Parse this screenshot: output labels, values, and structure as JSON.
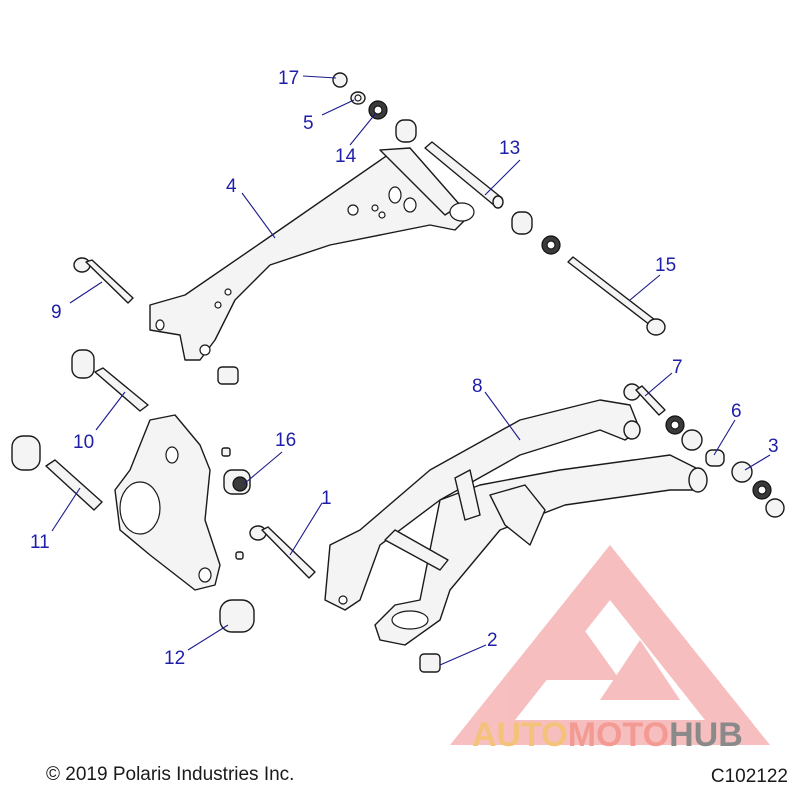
{
  "callouts": [
    {
      "n": "1"
    },
    {
      "n": "2"
    },
    {
      "n": "3"
    },
    {
      "n": "4"
    },
    {
      "n": "5"
    },
    {
      "n": "6"
    },
    {
      "n": "7"
    },
    {
      "n": "8"
    },
    {
      "n": "9"
    },
    {
      "n": "10"
    },
    {
      "n": "11"
    },
    {
      "n": "12"
    },
    {
      "n": "13"
    },
    {
      "n": "14"
    },
    {
      "n": "15"
    },
    {
      "n": "16"
    },
    {
      "n": "17"
    }
  ],
  "footer": {
    "copyright": "© 2019 Polaris Industries Inc.",
    "code": "C102122"
  },
  "watermark": {
    "part_auto": "AUTO",
    "part_moto": "MOTO",
    "part_hub": "HUB",
    "color_auto": "#f5c27a",
    "color_moto": "#f39a93",
    "color_hub": "#8a8a8a",
    "logo_color": "#f08a8a"
  }
}
